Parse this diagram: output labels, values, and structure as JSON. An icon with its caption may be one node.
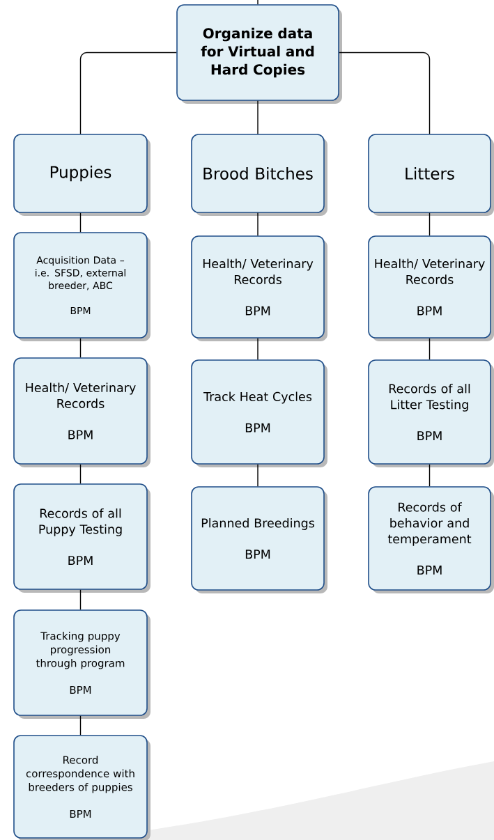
{
  "diagram": {
    "nodes": [
      {
        "text": [
          "Organize data for Virtual and Hard Copies"
        ]
      },
      {
        "text": [
          "Puppies"
        ]
      },
      {
        "text": [
          "Brood Bitches"
        ]
      },
      {
        "text": [
          "Litters"
        ]
      },
      {
        "text": [
          "Acquisition Data – i.e. SFSD, external breeder, ABC",
          "BPM"
        ]
      },
      {
        "text": [
          "Health/ Veterinary Records",
          "BPM"
        ]
      },
      {
        "text": [
          "Records of all Puppy Testing",
          "BPM"
        ]
      },
      {
        "text": [
          "Tracking puppy progression through program",
          "BPM"
        ]
      },
      {
        "text": [
          "Record correspondence with breeders of puppies",
          "BPM"
        ]
      },
      {
        "text": [
          "Health/ Veterinary Records",
          "BPM"
        ]
      },
      {
        "text": [
          "Track Heat Cycles",
          "BPM"
        ]
      },
      {
        "text": [
          "Planned Breedings",
          "BPM"
        ]
      },
      {
        "text": [
          "Health/ Veterinary Records",
          "BPM"
        ]
      },
      {
        "text": [
          "Records of all Litter Testing",
          "BPM"
        ]
      },
      {
        "text": [
          "Records of behavior and temperament",
          "BPM"
        ]
      }
    ],
    "edges": [
      {
        "from": null,
        "to": 0,
        "arrow": "none"
      },
      {
        "from": 0,
        "to": 1,
        "arrow": "none"
      },
      {
        "from": 0,
        "to": 2,
        "arrow": "none"
      },
      {
        "from": 0,
        "to": 3,
        "arrow": "none"
      },
      {
        "from": 1,
        "to": 4,
        "arrow": "none"
      },
      {
        "from": 4,
        "to": 5,
        "arrow": "none"
      },
      {
        "from": 5,
        "to": 6,
        "arrow": "none"
      },
      {
        "from": 6,
        "to": 7,
        "arrow": "none"
      },
      {
        "from": 7,
        "to": 8,
        "arrow": "none"
      },
      {
        "from": 2,
        "to": 9,
        "arrow": "none"
      },
      {
        "from": 9,
        "to": 10,
        "arrow": "none"
      },
      {
        "from": 10,
        "to": 11,
        "arrow": "none"
      },
      {
        "from": 3,
        "to": 12,
        "arrow": "none"
      },
      {
        "from": 12,
        "to": 13,
        "arrow": "none"
      },
      {
        "from": 13,
        "to": 14,
        "arrow": "none"
      }
    ]
  }
}
